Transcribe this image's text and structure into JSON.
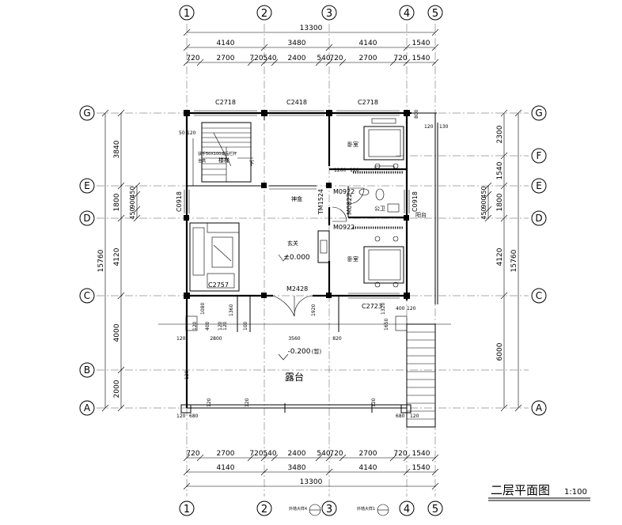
{
  "drawing": {
    "title": "二层平面图",
    "scale": "1:100"
  },
  "axes": {
    "vertical": [
      "1",
      "2",
      "3",
      "4",
      "5"
    ],
    "horizontal": [
      "G",
      "F",
      "E",
      "D",
      "C",
      "B",
      "A"
    ]
  },
  "dimensions": {
    "top_total": "13300",
    "top_bays": [
      "4140",
      "3480",
      "4140",
      "1540"
    ],
    "top_parts": [
      "720",
      "2700",
      "720",
      "540",
      "2400",
      "540",
      "720",
      "2700",
      "720",
      "1540"
    ],
    "bottom_parts": [
      "720",
      "2700",
      "720",
      "540",
      "2400",
      "540",
      "720",
      "2700",
      "720",
      "1540"
    ],
    "bottom_bays": [
      "4140",
      "3480",
      "4140",
      "1540"
    ],
    "bottom_total": "13300",
    "left_outer": [
      "3840",
      "1800",
      "4120",
      "4000",
      "2000"
    ],
    "left_total": "15760",
    "left_inner": [
      "450",
      "900",
      "450"
    ],
    "right_outer": [
      "2300",
      "1540",
      "1800",
      "4120",
      "6000"
    ],
    "right_total": "15760",
    "right_inner": [
      "450",
      "900",
      "450"
    ]
  },
  "windows": {
    "top_left": "C2718",
    "top_mid": "C2418",
    "top_right": "C2718",
    "left": "C0918",
    "right": "C0918",
    "living": "C2757",
    "right_bottom": "C2723"
  },
  "doors": {
    "m1": "M0922",
    "m2": "M0822",
    "m3": "M0922",
    "main": "M2428",
    "tm": "TM1524"
  },
  "rooms": {
    "stair": "楼梯",
    "stair_down": "下",
    "bedroom_top": "卧室",
    "bedroom_bottom": "卧室",
    "toilet": "公卫",
    "balcony": "阳台",
    "hall": "玄关",
    "corridor": "神龛",
    "terrace": "露台"
  },
  "levels": {
    "floor": "±0.000",
    "terrace": "-0.200",
    "terrace_note": "(暂)"
  },
  "notes": {
    "rail_1": "扶手50X100成品栏杆",
    "rail_2": "全高",
    "small": [
      "50",
      "120",
      "1260",
      "120",
      "120",
      "130",
      "800",
      "1080",
      "120",
      "400",
      "120",
      "1360",
      "120",
      "100",
      "2800",
      "3560",
      "820",
      "1320",
      "400",
      "120",
      "120",
      "680",
      "120",
      "680",
      "120",
      "120",
      "120",
      "120",
      "120",
      "1920",
      "1650"
    ],
    "detail_left": "外墙大样4",
    "detail_right": "外墙大样1"
  }
}
